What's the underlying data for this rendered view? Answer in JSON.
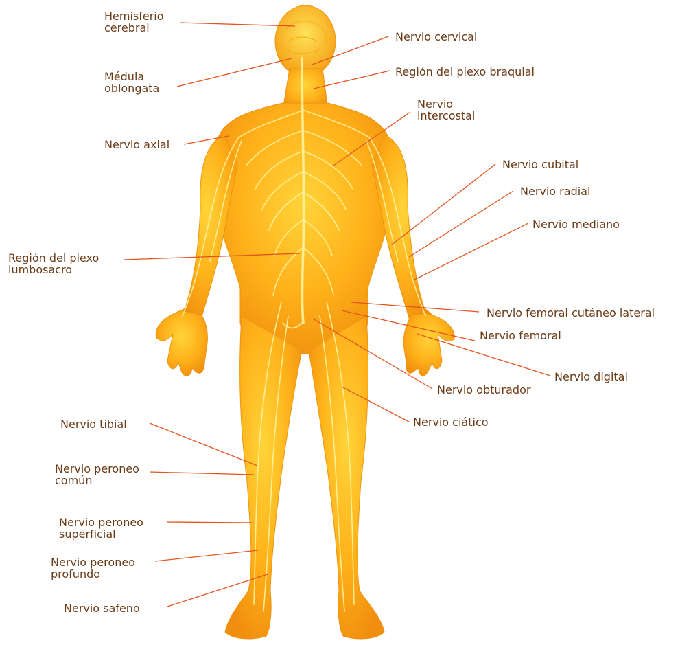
{
  "colors": {
    "leader_line": "#e2541f",
    "label_text": "#6b3b17",
    "body_light": "#ffd43a",
    "body_mid": "#ffb21a",
    "body_dark": "#f08e0e",
    "nerve": "#fff3a0"
  },
  "labels": {
    "hemisferio": [
      "Hemisferio",
      "cerebral"
    ],
    "medula": [
      "Médula",
      "oblongata"
    ],
    "axial": [
      "Nervio axial"
    ],
    "lumbosacro": [
      "Región del plexo",
      "lumbosacro"
    ],
    "tibial": [
      "Nervio tibial"
    ],
    "peroneo_comun": [
      "Nervio peroneo",
      "común"
    ],
    "peroneo_superficial": [
      "Nervio peroneo",
      "superficial"
    ],
    "peroneo_profundo": [
      "Nervio peroneo",
      "profundo"
    ],
    "safeno": [
      "Nervio safeno"
    ],
    "cervical": [
      "Nervio cervical"
    ],
    "braquial": [
      "Región del plexo braquial"
    ],
    "intercostal": [
      "Nervio",
      "intercostal"
    ],
    "cubital": [
      "Nervio cubital"
    ],
    "radial": [
      "Nervio radial"
    ],
    "mediano": [
      "Nervio mediano"
    ],
    "femoral_cutaneo": [
      "Nervio femoral cutáneo lateral"
    ],
    "femoral": [
      "Nervio femoral"
    ],
    "digital": [
      "Nervio digital"
    ],
    "obturador": [
      "Nervio obturador"
    ],
    "ciatico": [
      "Nervio ciático"
    ]
  }
}
